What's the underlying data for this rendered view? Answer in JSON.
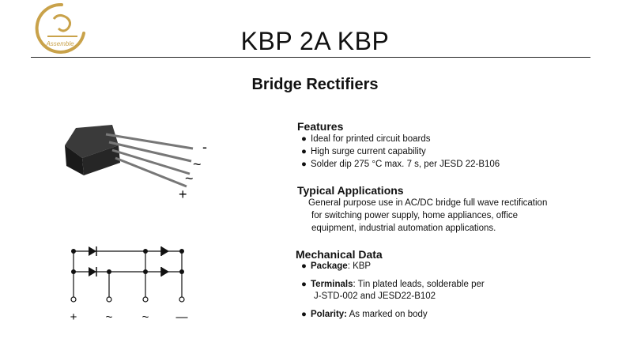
{
  "colors": {
    "logo_gold": "#c9a24a",
    "text": "#111111"
  },
  "logo": {
    "text": "Assemble"
  },
  "header": {
    "title": "KBP 2A  KBP",
    "subtitle": "Bridge Rectifiers"
  },
  "package_image": {
    "pin_labels": [
      "-",
      "~",
      "~",
      "+"
    ]
  },
  "circuit": {
    "terminal_labels": [
      "+",
      "~",
      "~",
      "—"
    ]
  },
  "features": {
    "heading": "Features",
    "items": [
      "Ideal for printed circuit boards",
      "High surge current capability",
      "Solder dip 275 °C max. 7 s, per JESD 22-B106"
    ]
  },
  "applications": {
    "heading": "Typical Applications",
    "lines": [
      "General purpose use in AC/DC bridge full wave rectification",
      "for switching power supply, home appliances, office",
      "equipment, industrial automation applications."
    ]
  },
  "mechanical": {
    "heading": "Mechanical Data",
    "package": {
      "label": "Package",
      "value": ": KBP"
    },
    "terminals": {
      "label": "Terminals",
      "value": ": Tin plated leads, solderable  per",
      "value2": "J-STD-002 and JESD22-B102"
    },
    "polarity": {
      "label": "Polarity:",
      "value": " As marked on body"
    }
  }
}
